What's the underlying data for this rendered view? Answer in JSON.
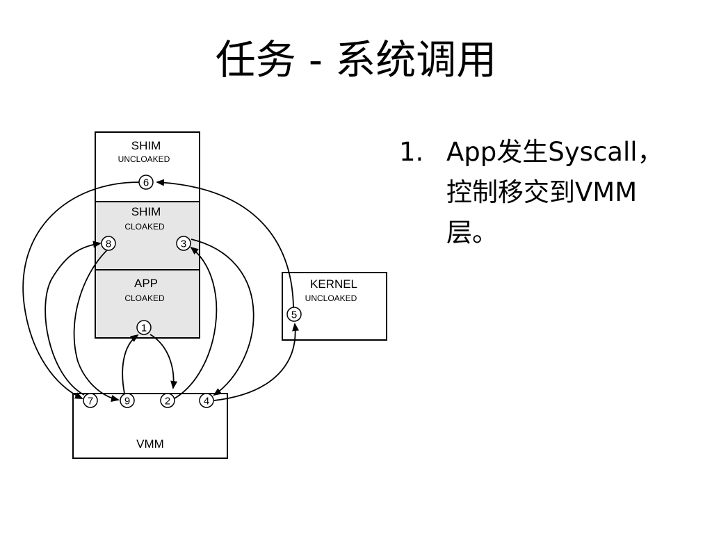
{
  "slide": {
    "title": "任务 - 系统调用"
  },
  "diagram": {
    "boxes": {
      "shim_uncloaked": {
        "name": "SHIM",
        "state": "UNCLOAKED"
      },
      "shim_cloaked": {
        "name": "SHIM",
        "state": "CLOAKED"
      },
      "app_cloaked": {
        "name": "APP",
        "state": "CLOAKED"
      },
      "kernel_uncloaked": {
        "name": "KERNEL",
        "state": "UNCLOAKED"
      },
      "vmm": {
        "name": "VMM"
      }
    },
    "steps": [
      "1",
      "2",
      "3",
      "4",
      "5",
      "6",
      "7",
      "8",
      "9"
    ],
    "colors": {
      "cloaked_fill": "#e6e6e6",
      "line": "#000000",
      "background": "#ffffff"
    }
  },
  "bullets": [
    {
      "number": "1.",
      "lines": [
        "App发生Syscall，",
        "控制移交到VMM",
        "层。"
      ]
    }
  ]
}
